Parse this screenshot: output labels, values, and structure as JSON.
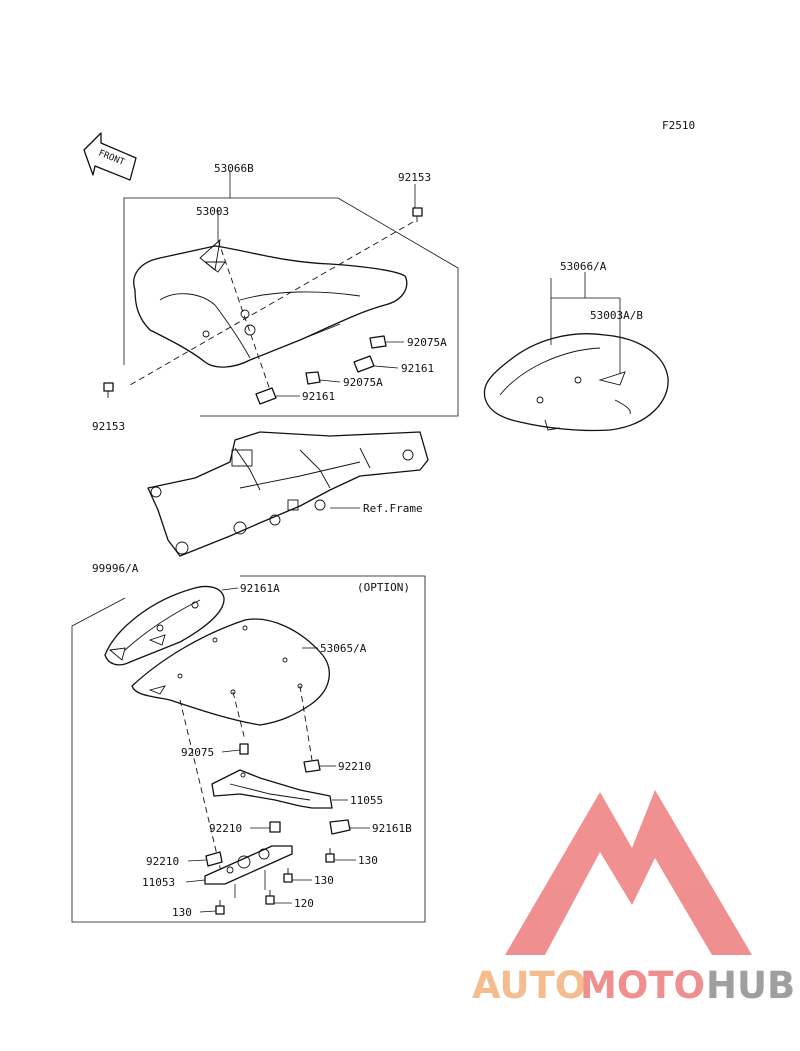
{
  "figure_code": "F2510",
  "front_arrow": {
    "text": "FRONT"
  },
  "option_label": "(OPTION)",
  "labels": {
    "l_53066b": "53066B",
    "l_53003": "53003",
    "l_92153_top": "92153",
    "l_92075a_1": "92075A",
    "l_92161_1": "92161",
    "l_92075a_2": "92075A",
    "l_92161_2": "92161",
    "l_92153_left": "92153",
    "l_53066a": "53066/A",
    "l_53003ab": "53003A/B",
    "l_ref_frame": "Ref.Frame",
    "l_99996a": "99996/A",
    "l_92161a": "92161A",
    "l_53065a": "53065/A",
    "l_92075": "92075",
    "l_92210_1": "92210",
    "l_11055": "11055",
    "l_92210_2": "92210",
    "l_92161b": "92161B",
    "l_92210_3": "92210",
    "l_130_1": "130",
    "l_11053": "11053",
    "l_130_2": "130",
    "l_130_3": "130",
    "l_120": "120"
  },
  "watermark": {
    "part1": "AUTO",
    "part2": "MOTO",
    "part3": "HUB",
    "color_orange": "#f5b98a",
    "color_red": "#f08a8a",
    "color_gray": "#9a9a9a"
  }
}
